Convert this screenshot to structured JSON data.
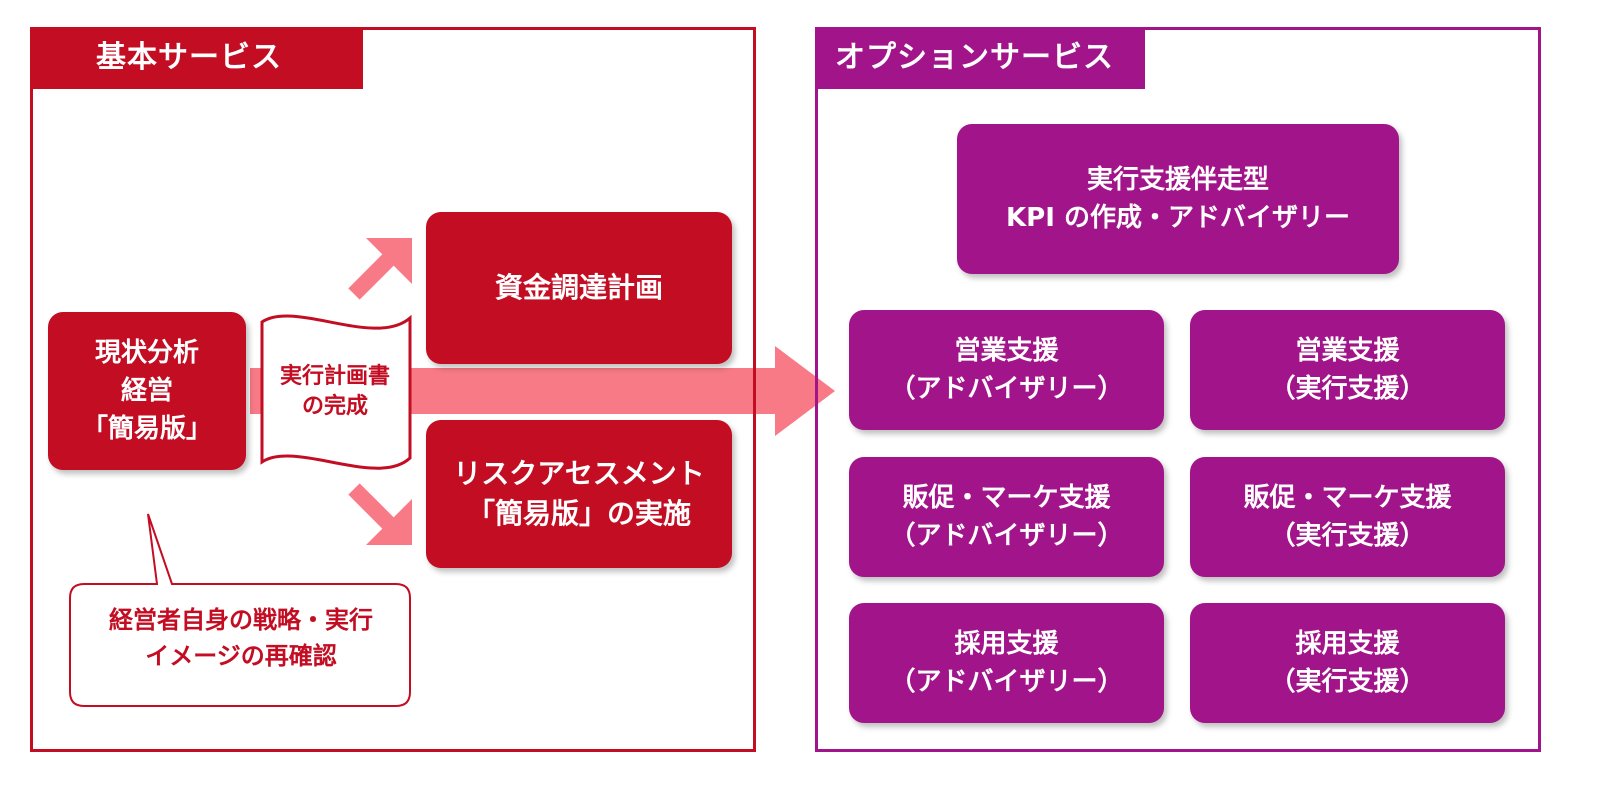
{
  "basic_service": {
    "title": "基本サービス",
    "analysis_box": {
      "lines": [
        "現状分析",
        "経営",
        "「簡易版」"
      ]
    },
    "document": {
      "lines": [
        "実行計画書",
        "の完成"
      ]
    },
    "funding_box": {
      "label": "資金調達計画"
    },
    "risk_box": {
      "lines": [
        "リスクアセスメント",
        "「簡易版」の実施"
      ]
    },
    "callout": {
      "lines": [
        "経営者自身の戦略・実行",
        "イメージの再確認"
      ]
    }
  },
  "option_service": {
    "title": "オプションサービス",
    "kpi_box": {
      "lines": [
        "実行支援伴走型",
        "KPI の作成・アドバイザリー"
      ]
    },
    "boxes": [
      {
        "lines": [
          "営業支援",
          "（アドバイザリー）"
        ]
      },
      {
        "lines": [
          "営業支援",
          "（実行支援）"
        ]
      },
      {
        "lines": [
          "販促・マーケ支援",
          "（アドバイザリー）"
        ]
      },
      {
        "lines": [
          "販促・マーケ支援",
          "（実行支援）"
        ]
      },
      {
        "lines": [
          "採用支援",
          "（アドバイザリー）"
        ]
      },
      {
        "lines": [
          "採用支援",
          "（実行支援）"
        ]
      }
    ]
  },
  "colors": {
    "basic_red": "#c30d23",
    "option_purple": "#a2148a",
    "arrow_pink": "#f77a86"
  }
}
